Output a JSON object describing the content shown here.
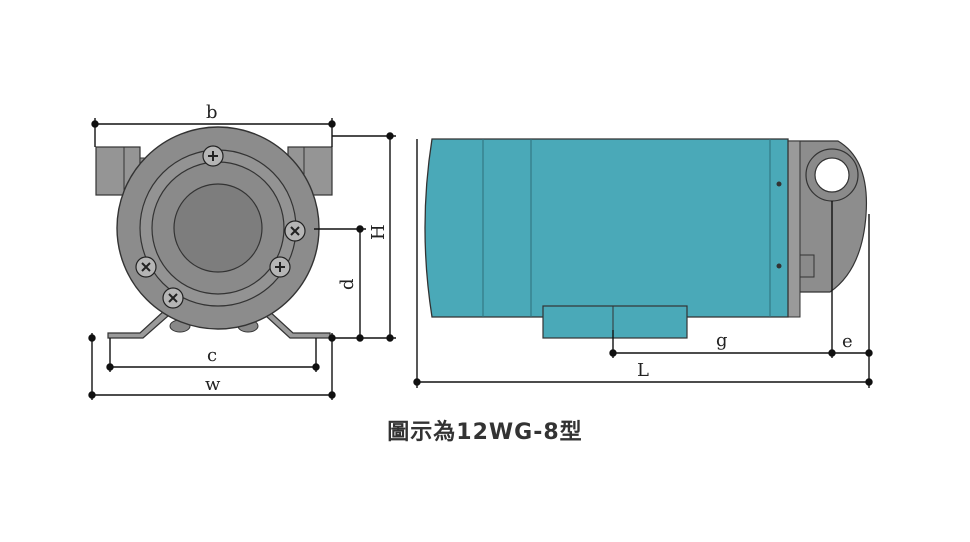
{
  "labels": {
    "b": "b",
    "H": "H",
    "d": "d",
    "c": "c",
    "w": "w",
    "g": "g",
    "e": "e",
    "L": "L"
  },
  "caption": "圖示為12WG-8型",
  "colors": {
    "motor": "#4aa9b8",
    "pump_body": "#8f8f8f",
    "pump_dark": "#6e6e6e",
    "line": "#222222"
  }
}
